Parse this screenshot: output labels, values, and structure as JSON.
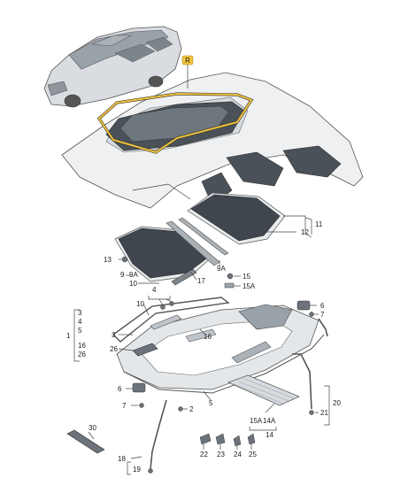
{
  "diagram": {
    "callout_badge": "R",
    "labels": {
      "l11": "11",
      "l12": "12",
      "l13": "13",
      "l9": "9",
      "l9a_left": "9A",
      "l10_left": "10",
      "l17": "17",
      "l9a_right": "9A",
      "l15": "15",
      "l15a": "15A",
      "l3a": "3",
      "l4a": "4",
      "l5": "5",
      "l1": "1",
      "l16a": "16",
      "l26a": "26",
      "l10b": "10",
      "l4b": "4",
      "l3b": "3",
      "l16b": "16",
      "l26b": "26",
      "l6a": "6",
      "l7a": "7",
      "l6b": "6",
      "l7b": "7",
      "l2": "2",
      "l5b": "5",
      "l20": "20",
      "l21": "21",
      "l15a_bottom": "15A",
      "l14a": "14A",
      "l14": "14",
      "l30": "30",
      "l18": "18",
      "l19": "19",
      "l22": "22",
      "l23": "23",
      "l24": "24",
      "l25": "25"
    },
    "colors": {
      "badge_fill": "#f3c53f",
      "highlight_frame": "#f0c23a",
      "glass": "#3f464d",
      "body_panel": "#ebeef0",
      "part_fill": "#d6dbe0",
      "dark_part": "#6c737a"
    }
  }
}
